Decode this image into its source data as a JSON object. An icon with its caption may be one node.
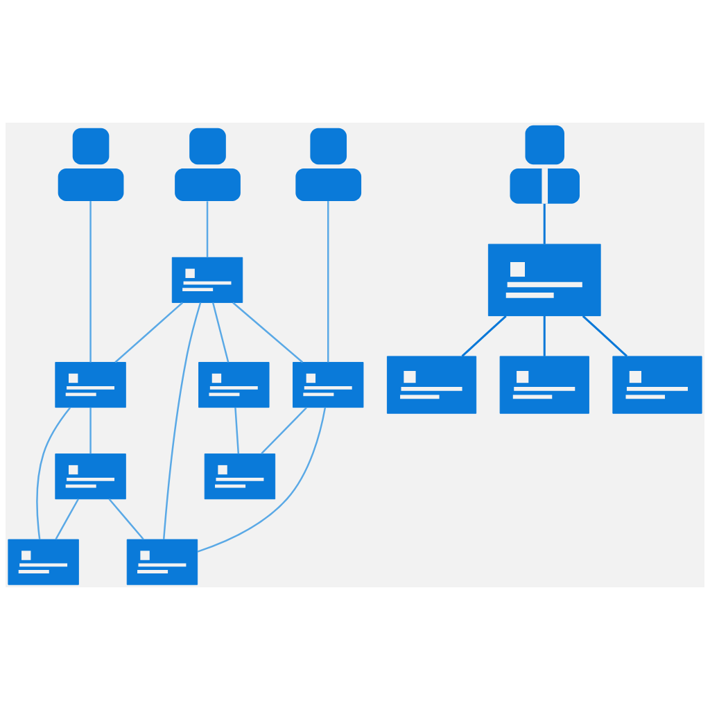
{
  "diagram": {
    "nodes": [
      {
        "text": [],
        "shape": "person"
      },
      {
        "text": [],
        "shape": "person"
      },
      {
        "text": [],
        "shape": "person"
      },
      {
        "text": [],
        "shape": "box"
      },
      {
        "text": [],
        "shape": "box"
      },
      {
        "text": [],
        "shape": "box"
      },
      {
        "text": [],
        "shape": "box"
      },
      {
        "text": [],
        "shape": "box"
      },
      {
        "text": [],
        "shape": "box"
      },
      {
        "text": [],
        "shape": "box"
      },
      {
        "text": [],
        "shape": "box"
      },
      {
        "text": [],
        "shape": "person"
      },
      {
        "text": [],
        "shape": "box"
      },
      {
        "text": [],
        "shape": "box"
      },
      {
        "text": [],
        "shape": "box"
      },
      {
        "text": [],
        "shape": "box"
      }
    ],
    "edges": [
      {
        "from": 0,
        "to": 4,
        "arrow": "none"
      },
      {
        "from": 1,
        "to": 3,
        "arrow": "none"
      },
      {
        "from": 2,
        "to": 6,
        "arrow": "none"
      },
      {
        "from": 3,
        "to": 5,
        "arrow": "none"
      },
      {
        "from": 3,
        "to": 4,
        "arrow": "none"
      },
      {
        "from": 3,
        "to": 6,
        "arrow": "none"
      },
      {
        "from": 3,
        "to": 8,
        "arrow": "none"
      },
      {
        "from": 4,
        "to": 9,
        "arrow": "none"
      },
      {
        "from": 4,
        "to": 7,
        "arrow": "none"
      },
      {
        "from": 5,
        "to": 10,
        "arrow": "none"
      },
      {
        "from": 7,
        "to": 9,
        "arrow": "none"
      },
      {
        "from": 7,
        "to": 8,
        "arrow": "none"
      },
      {
        "from": 6,
        "to": 10,
        "arrow": "none"
      },
      {
        "from": 6,
        "to": 8,
        "arrow": "none"
      },
      {
        "from": 11,
        "to": 12,
        "arrow": "none",
        "color": "#0a78d8"
      },
      {
        "from": 12,
        "to": 13,
        "arrow": "none",
        "color": "#0a78d8"
      },
      {
        "from": 12,
        "to": 14,
        "arrow": "none",
        "color": "#0a78d8"
      },
      {
        "from": 12,
        "to": 15,
        "arrow": "none",
        "color": "#0a78d8"
      }
    ]
  }
}
